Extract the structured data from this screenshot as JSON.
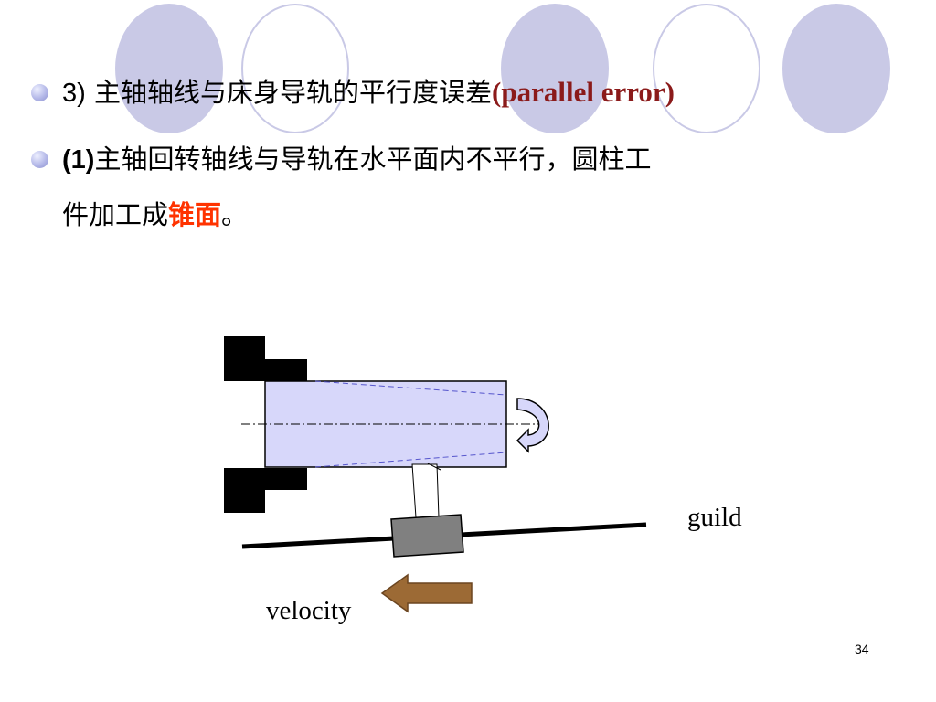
{
  "slide": {
    "line1": {
      "number": "3)",
      "chinese": "主轴轴线与床身导轨的平行度误差",
      "english": "(parallel error)"
    },
    "line2": {
      "number": "(1)",
      "chinese_a": "主轴回转轴线与导轨在水平面内不平行，圆柱工",
      "chinese_b": "件加工成",
      "highlight": "锥面",
      "end": "。"
    },
    "diagram": {
      "guide_label": "guild",
      "velocity_label": "velocity"
    },
    "page_number": "34"
  },
  "colors": {
    "deco_circle": "#c9c9e6",
    "workpiece_fill": "#d7d7fa",
    "carriage": "#808080",
    "arrow": "#9c6a35",
    "english_text": "#8b1a1a",
    "highlight": "#ff3300"
  }
}
